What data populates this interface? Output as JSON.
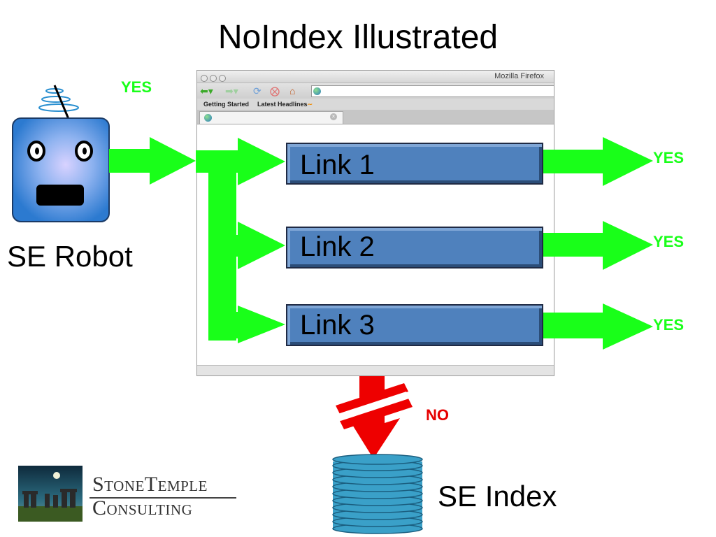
{
  "title": "NoIndex Illustrated",
  "robot": {
    "label": "SE Robot"
  },
  "index": {
    "label": "SE Index"
  },
  "yes_label": "YES",
  "no_label": "NO",
  "browser": {
    "window_title": "Mozilla Firefox",
    "bookmarks": [
      "Getting Started",
      "Latest Headlines"
    ]
  },
  "links": [
    {
      "label": "Link 1",
      "outcome": "YES"
    },
    {
      "label": "Link 2",
      "outcome": "YES"
    },
    {
      "label": "Link 3",
      "outcome": "YES"
    }
  ],
  "logo": {
    "line1": "StoneTemple",
    "line2": "Consulting"
  },
  "colors": {
    "allow": "#19ff19",
    "block": "#e60000",
    "link_fill": "#4f81bd",
    "robot_body": "#3a8fd9",
    "index_disk": "#3aa0c8"
  }
}
